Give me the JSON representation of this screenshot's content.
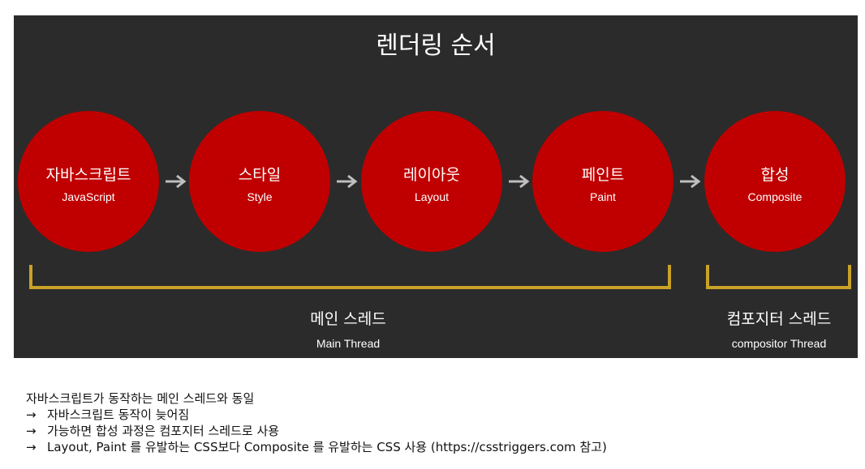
{
  "diagram": {
    "title": "렌더링 순서",
    "steps": [
      {
        "kr": "자바스크립트",
        "en": "JavaScript"
      },
      {
        "kr": "스타일",
        "en": "Style"
      },
      {
        "kr": "레이아웃",
        "en": "Layout"
      },
      {
        "kr": "페인트",
        "en": "Paint"
      },
      {
        "kr": "합성",
        "en": "Composite"
      }
    ],
    "main_thread": {
      "kr": "메인 스레드",
      "en": "Main Thread"
    },
    "compositor_thread": {
      "kr": "컴포지터 스레드",
      "en": "compositor Thread"
    },
    "colors": {
      "background": "#2b2b2b",
      "circle": "#c00000",
      "bracket": "#c9a227",
      "arrow": "#bfbfbf"
    }
  },
  "notes": {
    "line1": "자바스크립트가 동작하는 메인 스레드와 동일",
    "arrow_glyph": "→",
    "line2": "자바스크립트 동작이 늦어짐",
    "line3": "가능하면 합성 과정은 컴포지터 스레드로 사용",
    "line4": "Layout, Paint 를 유발하는 CSS보다 Composite 를 유발하는 CSS 사용 (https://csstriggers.com 참고)"
  }
}
